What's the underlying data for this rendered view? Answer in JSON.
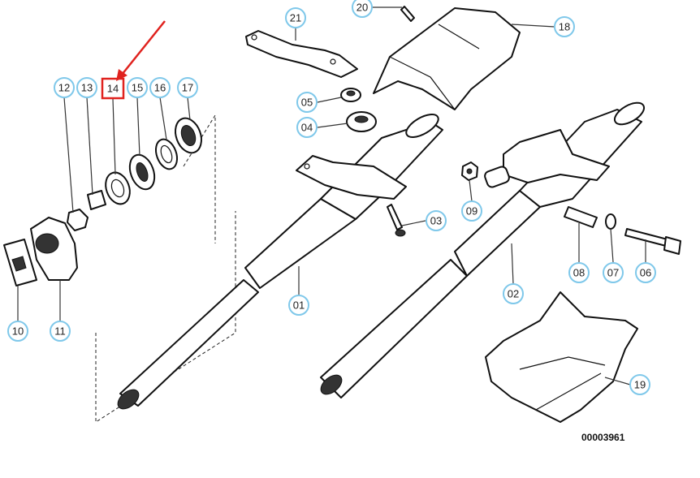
{
  "diagram": {
    "reference_number": "00003961",
    "highlighted_callout": "14",
    "highlight_color": "#e0221e",
    "callout_color": "#7fc8ea",
    "callouts": [
      {
        "id": "c12",
        "label": "12"
      },
      {
        "id": "c13",
        "label": "13"
      },
      {
        "id": "c14",
        "label": "14"
      },
      {
        "id": "c15",
        "label": "15"
      },
      {
        "id": "c16",
        "label": "16"
      },
      {
        "id": "c17",
        "label": "17"
      },
      {
        "id": "c21",
        "label": "21"
      },
      {
        "id": "c20",
        "label": "20"
      },
      {
        "id": "c18",
        "label": "18"
      },
      {
        "id": "c05",
        "label": "05"
      },
      {
        "id": "c04",
        "label": "04"
      },
      {
        "id": "c03",
        "label": "03"
      },
      {
        "id": "c09",
        "label": "09"
      },
      {
        "id": "c01",
        "label": "01"
      },
      {
        "id": "c02",
        "label": "02"
      },
      {
        "id": "c08",
        "label": "08"
      },
      {
        "id": "c07",
        "label": "07"
      },
      {
        "id": "c06",
        "label": "06"
      },
      {
        "id": "c10",
        "label": "10"
      },
      {
        "id": "c11",
        "label": "11"
      },
      {
        "id": "c19",
        "label": "19"
      }
    ]
  }
}
